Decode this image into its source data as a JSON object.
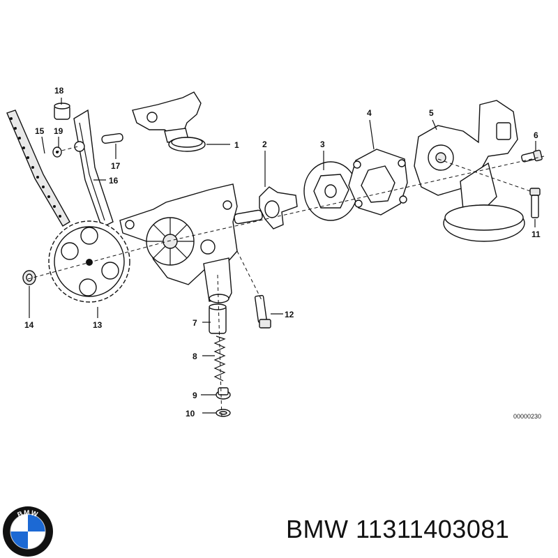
{
  "diagram": {
    "reference_code": "00000230",
    "part_numbers": [
      "1",
      "2",
      "3",
      "4",
      "5",
      "6",
      "7",
      "8",
      "9",
      "10",
      "11",
      "12",
      "13",
      "14",
      "15",
      "16",
      "17",
      "18",
      "19"
    ]
  },
  "caption": {
    "brand": "BMW",
    "part_number": "11311403081"
  },
  "logo": {
    "letters": "BMW",
    "colors": {
      "blue": "#1c69d4",
      "white": "#ffffff",
      "ring": "#111111"
    }
  }
}
